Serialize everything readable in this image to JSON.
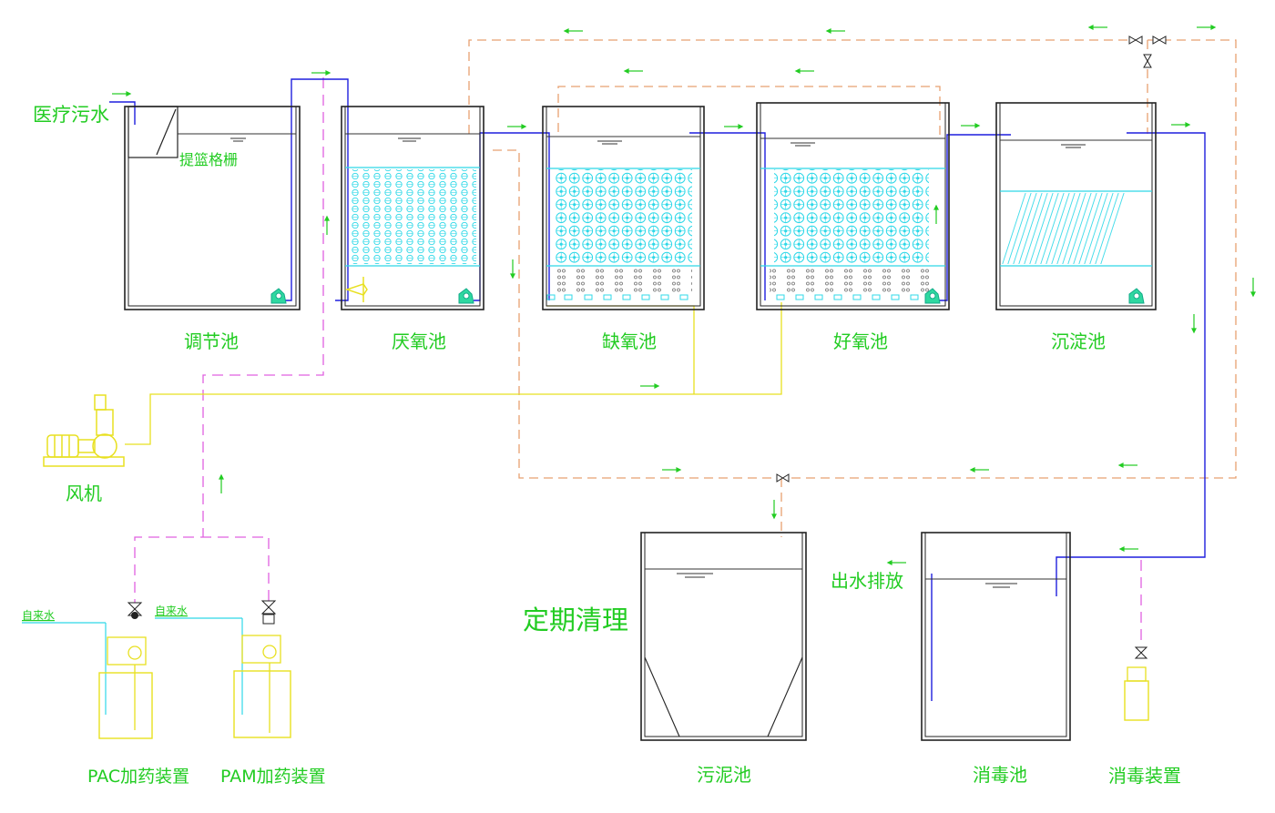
{
  "labels": {
    "medical_sewage": "医疗污水",
    "basket_screen": "提篮格栅",
    "regulating_tank": "调节池",
    "anaerobic_tank": "厌氧池",
    "anoxic_tank": "缺氧池",
    "aerobic_tank": "好氧池",
    "sedimentation_tank": "沉淀池",
    "blower": "风机",
    "tap_water_1": "自来水",
    "tap_water_2": "自来水",
    "pac_dosing": "PAC加药装置",
    "pam_dosing": "PAM加药装置",
    "periodic_cleaning": "定期清理",
    "sludge_tank": "污泥池",
    "effluent_discharge": "出水排放",
    "disinfection_tank": "消毒池",
    "disinfection_device": "消毒装置"
  },
  "colors": {
    "label_green": "#22cc22",
    "water_pipe_blue": "#1f1fdd",
    "air_pipe_yellow": "#e8e020",
    "sludge_return_orange": "#e8a070",
    "chemical_pink": "#e060e0",
    "media_cyan": "#2fd8e8"
  }
}
